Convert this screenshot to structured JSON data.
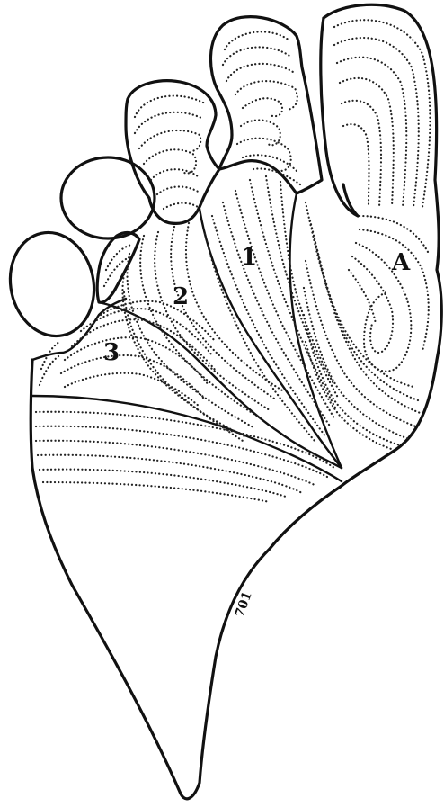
{
  "labels": {
    "region_1": "1",
    "region_2": "2",
    "region_3": "3",
    "region_a": "A"
  },
  "figure_number": "701"
}
